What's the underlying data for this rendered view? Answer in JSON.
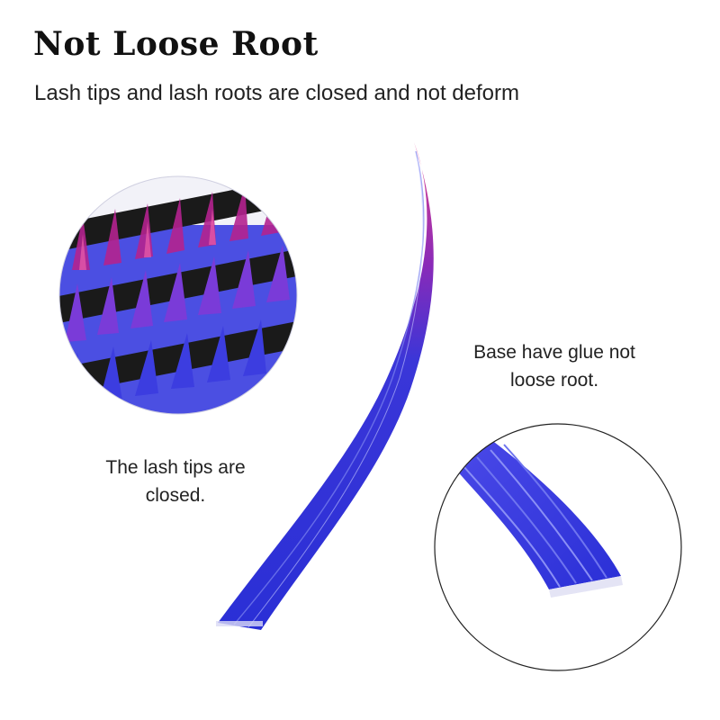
{
  "header": {
    "title": "Not Loose Root",
    "subtitle": "Lash tips and lash roots are closed and not deform"
  },
  "captions": {
    "tips": [
      "The lash tips are",
      "closed."
    ],
    "base": [
      "Base have glue not",
      "loose root."
    ]
  },
  "colors": {
    "lash_blue": "#2a2fd6",
    "lash_pink": "#d9328a",
    "lash_purple": "#7a1e8c",
    "band_black": "#1a1a1a"
  }
}
